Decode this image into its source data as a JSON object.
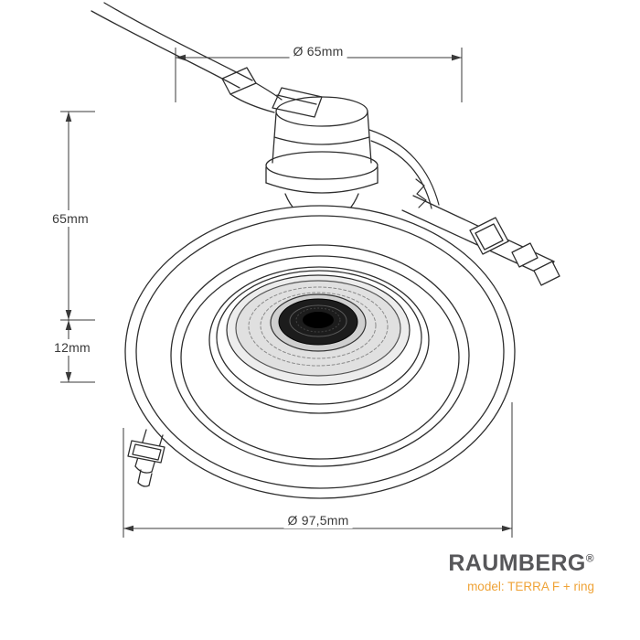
{
  "dimensions": {
    "top_diameter": "Ø 65mm",
    "left_height": "65mm",
    "left_ring_height": "12mm",
    "bottom_diameter": "Ø 97,5mm"
  },
  "branding": {
    "logo": "RAUMBERG",
    "registered_mark": "®",
    "model_line": "model: TERRA F + ring"
  },
  "colors": {
    "drawing_line": "#2e2e2e",
    "dimension_line": "#3a3a3a",
    "logo_gray": "#57575a",
    "accent_orange": "#efa337"
  },
  "drawing": {
    "subject": "recessed-spotlight-technical-drawing"
  }
}
